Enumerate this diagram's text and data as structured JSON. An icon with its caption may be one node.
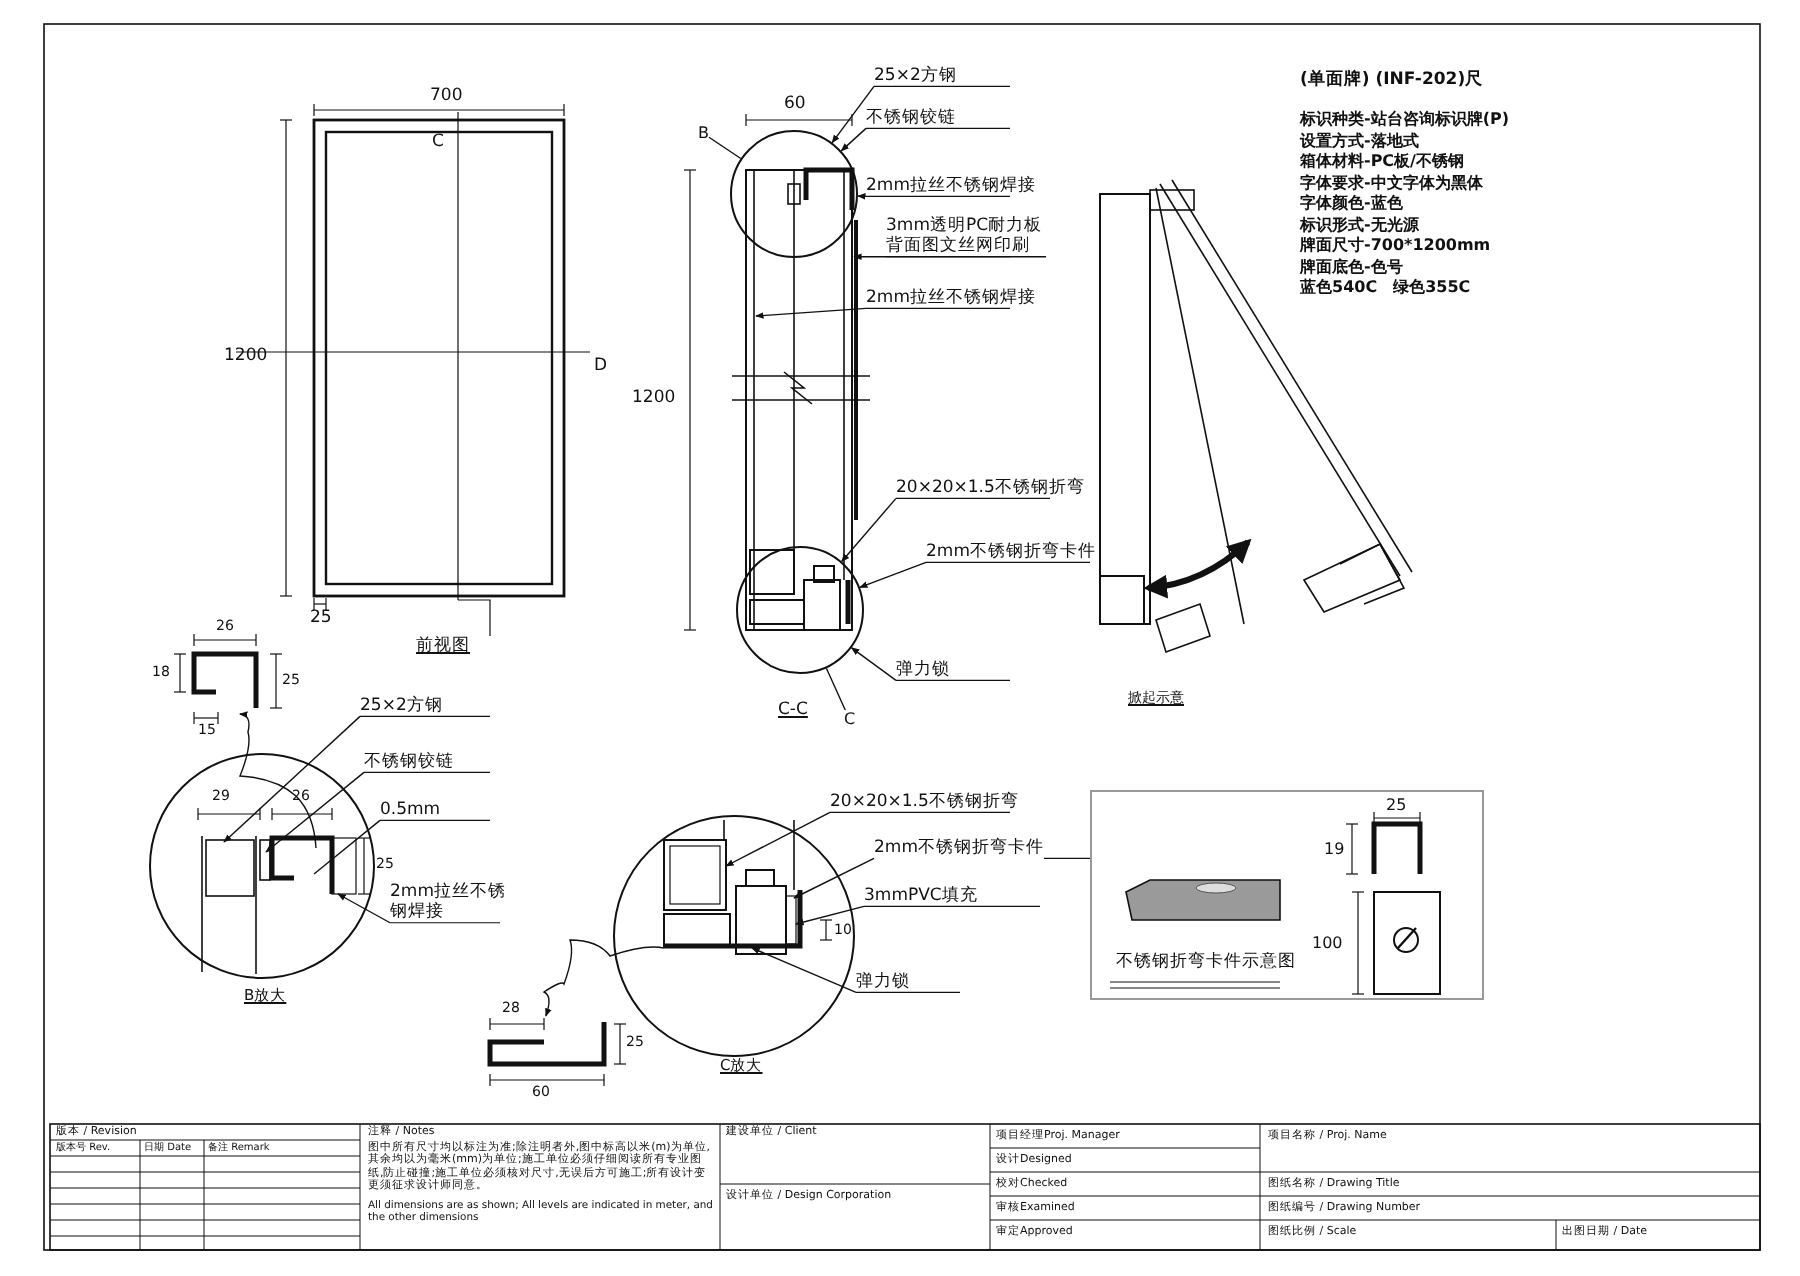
{
  "diagram": {
    "nodes": [
      {
        "text": [
          "25×2方钢"
        ]
      },
      {
        "text": [
          "不锈钢铰链"
        ]
      },
      {
        "text": [
          "2mm拉丝不锈钢焊接"
        ]
      },
      {
        "text": [
          "3mm透明PC耐力板背面图文丝网印刷"
        ]
      },
      {
        "text": [
          "2mm拉丝不锈钢焊接"
        ]
      },
      {
        "text": [
          "20×20×1.5不锈钢折弯"
        ]
      },
      {
        "text": [
          "2mm不锈钢折弯卡件"
        ]
      },
      {
        "text": [
          "弹力锁"
        ]
      },
      {
        "text": [
          "25×2方钢"
        ]
      },
      {
        "text": [
          "不锈钢铰链"
        ]
      },
      {
        "text": [
          "0.5mm"
        ]
      },
      {
        "text": [
          "2mm拉丝不锈钢焊接"
        ]
      },
      {
        "text": [
          "20×20×1.5不锈钢折弯"
        ]
      },
      {
        "text": [
          "2mm不锈钢折弯卡件"
        ]
      },
      {
        "text": [
          "3mmPVC填充"
        ]
      },
      {
        "text": [
          "弹力锁"
        ]
      },
      {
        "text": [
          "B"
        ]
      },
      {
        "text": [],
        "shape": "circle"
      },
      {
        "text": [
          "C"
        ]
      },
      {
        "text": [],
        "shape": "circle"
      },
      {
        "text": [
          "不锈钢折弯卡件示意图"
        ]
      },
      {
        "text": [],
        "shape": "picture"
      },
      {
        "text": [],
        "shape": "picture"
      },
      {
        "text": [],
        "shape": "bar"
      }
    ],
    "edges": [
      {
        "from": 0,
        "to": 17,
        "arrow": "to"
      },
      {
        "from": 1,
        "to": 17,
        "arrow": "to"
      },
      {
        "from": 2,
        "to": 17,
        "arrow": "to"
      },
      {
        "from": 3,
        "to": 23,
        "arrow": "to"
      },
      {
        "from": 4,
        "to": null,
        "arrow": "to"
      },
      {
        "from": 5,
        "to": 19,
        "arrow": "to"
      },
      {
        "from": 6,
        "to": 19,
        "arrow": "to"
      },
      {
        "from": 7,
        "to": 19,
        "arrow": "to"
      },
      {
        "from": 8,
        "to": null,
        "arrow": "to"
      },
      {
        "from": 9,
        "to": null,
        "arrow": "to"
      },
      {
        "from": 10,
        "to": null,
        "arrow": "none"
      },
      {
        "from": 11,
        "to": null,
        "arrow": "to"
      },
      {
        "from": 12,
        "to": null,
        "arrow": "to"
      },
      {
        "from": 13,
        "to": null,
        "arrow": "to"
      },
      {
        "from": 13,
        "to": 20,
        "arrow": "none"
      },
      {
        "from": 14,
        "to": null,
        "arrow": "to"
      },
      {
        "from": 15,
        "to": null,
        "arrow": "to"
      },
      {
        "from": 16,
        "to": 17,
        "arrow": "none"
      },
      {
        "from": 18,
        "to": 19,
        "arrow": "none"
      },
      {
        "from": null,
        "to": 21,
        "arrow": "to"
      },
      {
        "from": null,
        "to": 22,
        "arrow": "to"
      }
    ],
    "labels": [
      "700",
      "C",
      "1200",
      "D",
      "25",
      "前视图",
      "60",
      "1200",
      "C-C",
      "(单面牌) (INF-202)尺",
      "标识种类-站台咨询标识牌(P)",
      "设置方式-落地式",
      "箱体材料-PC板/不锈钢",
      "字体要求-中文字体为黑体",
      "字体颜色-蓝色",
      "标识形式-无光源",
      "牌面尺寸-700*1200mm",
      "牌面底色-色号",
      "蓝色540C　绿色355C",
      "掀起示意",
      "26",
      "18",
      "25",
      "15",
      "29",
      "26",
      "25",
      "B放大",
      "10",
      "28",
      "25",
      "60",
      "C放大",
      "25",
      "19",
      "100",
      "版本 / Revision",
      "版本号 Rev.",
      "日期 Date",
      "备注 Remark",
      "注释 / Notes",
      "图中所有尺寸均以标注为准;除注明者外,图中标高以米(m)为单位,其余均以为毫米(mm)为单位;施工单位必须仔细阅读所有专业图纸,防止碰撞;施工单位必须核对尺寸,无误后方可施工;所有设计变更须征求设计师同意。",
      "All dimensions are as shown; All levels are indicated in meter, and the other dimensions",
      "建设单位 / Client",
      "设计单位 / Design Corporation",
      "项目经理Proj. Manager",
      "设计Designed",
      "校对Checked",
      "审核Examined",
      "审定Approved",
      "项目名称 / Proj. Name",
      "图纸名称 / Drawing Title",
      "图纸编号 / Drawing Number",
      "图纸比例 / Scale",
      "出图日期 / Date"
    ]
  }
}
